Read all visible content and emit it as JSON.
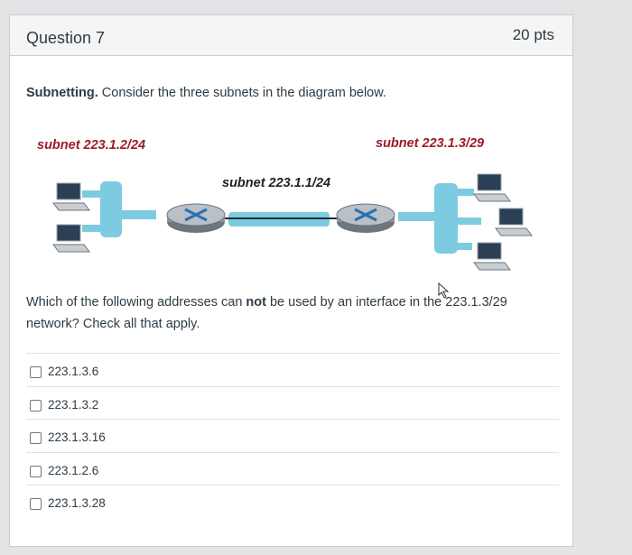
{
  "question": {
    "title": "Question 7",
    "points": "20 pts",
    "intro_bold": "Subnetting.",
    "intro_rest": " Consider the three subnets in the diagram below.",
    "text_before": "Which of the following addresses can ",
    "text_emphasis": "not",
    "text_after": " be used by an interface in the 223.1.3/29 network? Check all that apply."
  },
  "diagram": {
    "label_left": "subnet 223.1.2/24",
    "label_center": "subnet 223.1.1/24",
    "label_right": "subnet 223.1.3/29"
  },
  "answers": [
    {
      "label": "223.1.3.6",
      "checked": false
    },
    {
      "label": "223.1.3.2",
      "checked": false
    },
    {
      "label": "223.1.3.16",
      "checked": false
    },
    {
      "label": "223.1.2.6",
      "checked": false
    },
    {
      "label": "223.1.3.28",
      "checked": false
    }
  ],
  "colors": {
    "accent_red": "#9d1b29",
    "link_blue": "#7ccbe0",
    "router_gray": "#8f98a0"
  }
}
